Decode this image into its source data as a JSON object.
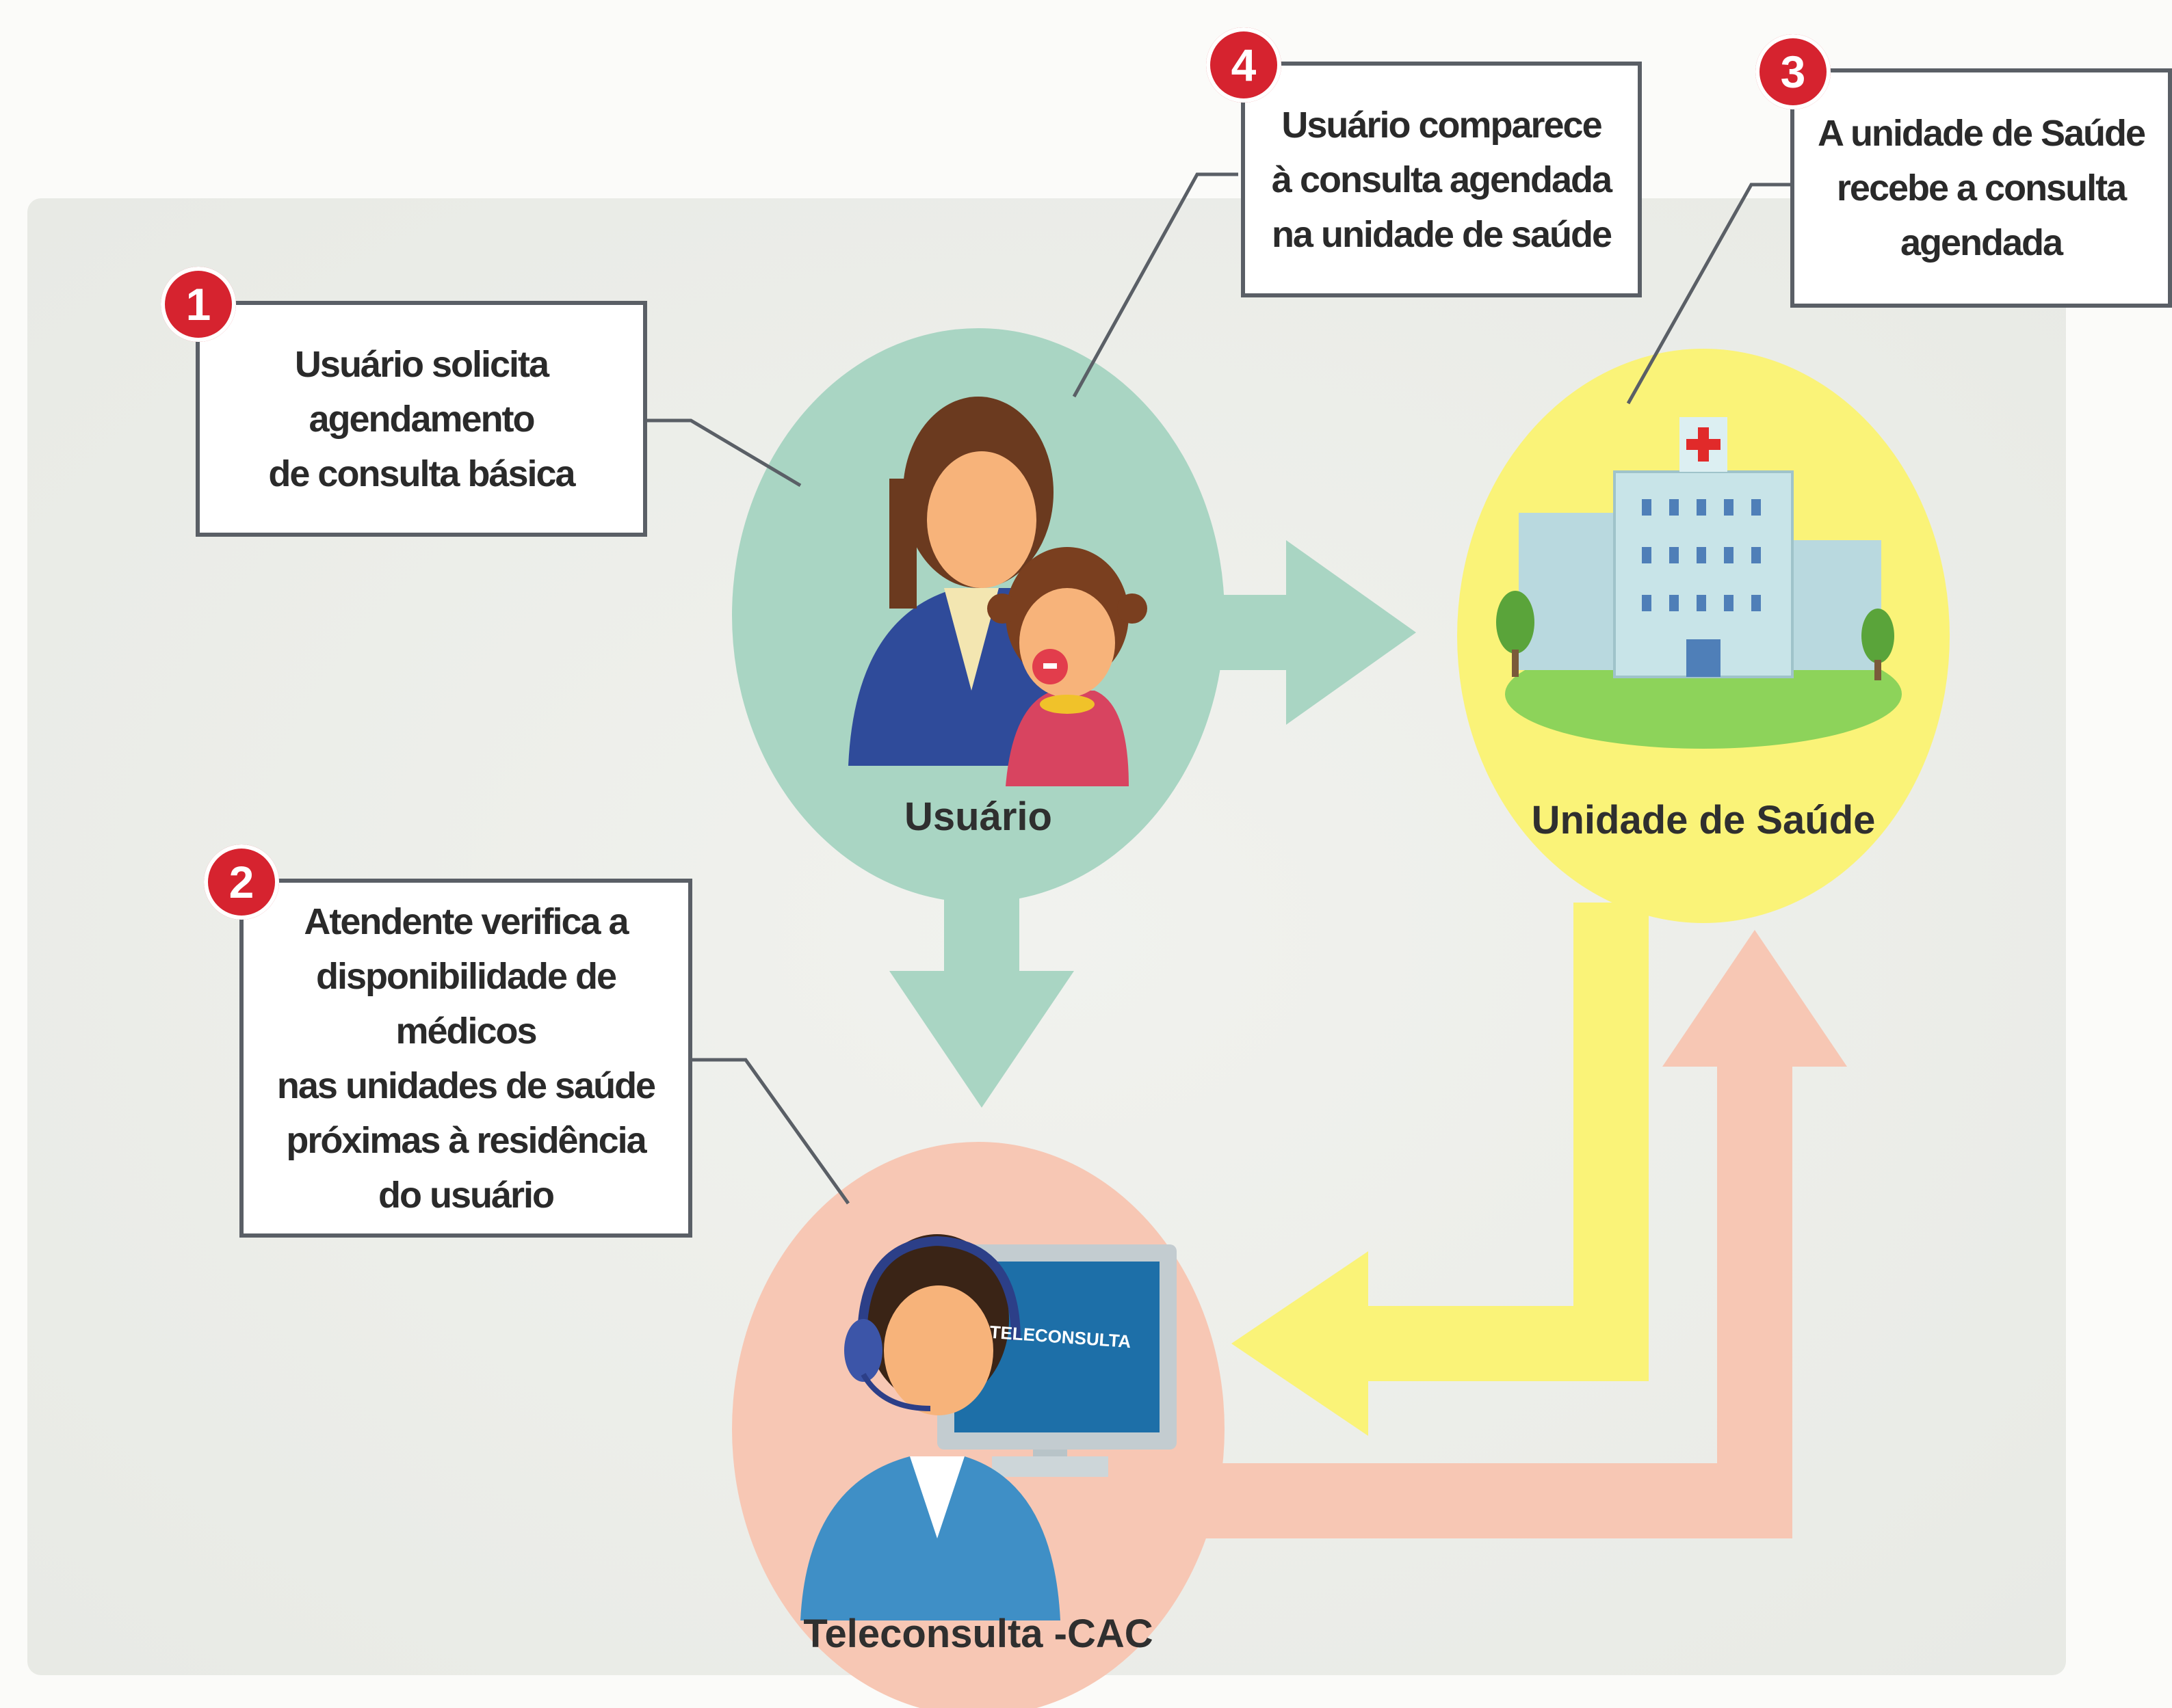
{
  "nodes": {
    "usuario": "Usuário",
    "unidade": "Unidade de Saúde",
    "teleconsulta": "Teleconsulta -CAC"
  },
  "monitor_text": "TELECONSULTA",
  "steps": [
    {
      "number": "1",
      "text": "Usuário solicita\nagendamento\nde consulta básica"
    },
    {
      "number": "2",
      "text": "Atendente verifica a\ndisponibilidade de médicos\nnas unidades de saúde\npróximas à residência\ndo usuário"
    },
    {
      "number": "3",
      "text": "A unidade de Saúde\nrecebe a consulta\nagendada"
    },
    {
      "number": "4",
      "text": "Usuário comparece\nà consulta  agendada\nna unidade de saúde"
    }
  ],
  "colors": {
    "usuario_circle": "#a9d5c3",
    "unidade_circle": "#faf378",
    "teleconsulta_circle": "#f7c7b4",
    "badge": "#d6232f"
  }
}
